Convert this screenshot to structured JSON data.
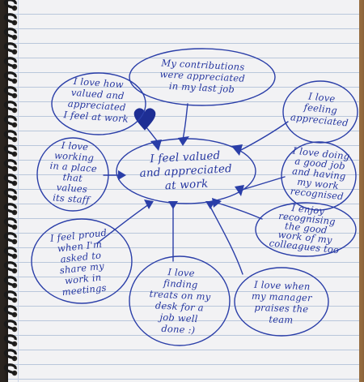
{
  "center": {
    "lines": [
      "I feel valued",
      "and appreciated",
      "at work"
    ]
  },
  "bubbles": [
    {
      "id": "contributions",
      "lines": [
        "My contributions",
        "were appreciated",
        "in my last job"
      ]
    },
    {
      "id": "love-how-valued",
      "lines": [
        "I love how",
        "valued and",
        "appreciated",
        "I feel at work"
      ]
    },
    {
      "id": "love-feeling-appreciated",
      "lines": [
        "I love",
        "feeling",
        "appreciated"
      ]
    },
    {
      "id": "company-values-staff",
      "lines": [
        "I love",
        "working",
        "in a place",
        "that",
        "values",
        "its staff"
      ]
    },
    {
      "id": "good-job-recognised",
      "lines": [
        "I love doing",
        "a good job",
        "and having",
        "my work",
        "recognised"
      ]
    },
    {
      "id": "recognising-colleagues",
      "lines": [
        "I enjoy",
        "recognising",
        "the good",
        "work of my",
        "colleagues too"
      ]
    },
    {
      "id": "proud-to-share",
      "lines": [
        "I feel proud",
        "when I'm",
        "asked to",
        "share my",
        "work in",
        "meetings"
      ]
    },
    {
      "id": "treats-on-desk",
      "lines": [
        "I love",
        "finding",
        "treats on my",
        "desk for a",
        "job well",
        "done :)"
      ]
    },
    {
      "id": "manager-praises-team",
      "lines": [
        "I love when",
        "my manager",
        "praises the",
        "team"
      ]
    }
  ],
  "colors": {
    "ink": "#2a3ea8",
    "paper": "#f2f2f4",
    "rule": "#b9c7db"
  },
  "icons": [
    "heart-icon",
    "spiral-binding"
  ]
}
